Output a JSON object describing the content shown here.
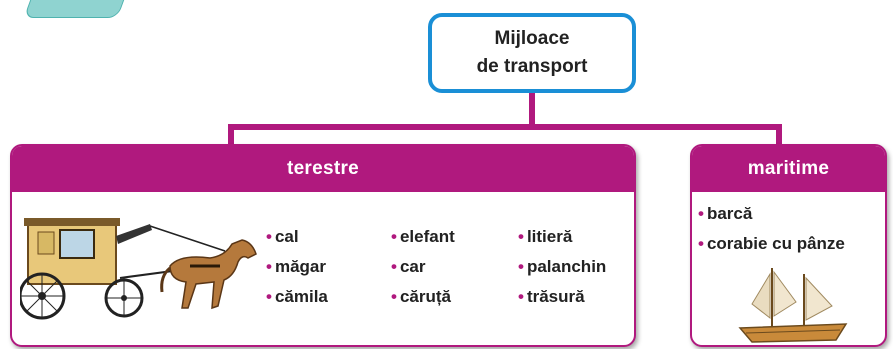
{
  "root": {
    "line1": "Mijloace",
    "line2": "de transport"
  },
  "terestre": {
    "title": "terestre",
    "col1": [
      "cal",
      "măgar",
      "cămila"
    ],
    "col2": [
      "elefant",
      "car",
      "căruță"
    ],
    "col3": [
      "litieră",
      "palanchin",
      "trăsură"
    ]
  },
  "maritime": {
    "title": "maritime",
    "items": [
      "barcă",
      "corabie cu pânze"
    ]
  },
  "colors": {
    "accent": "#b0197e",
    "root_border": "#1a8fd6"
  },
  "icons": [
    "horse-carriage-illustration",
    "sailing-ship-illustration"
  ]
}
